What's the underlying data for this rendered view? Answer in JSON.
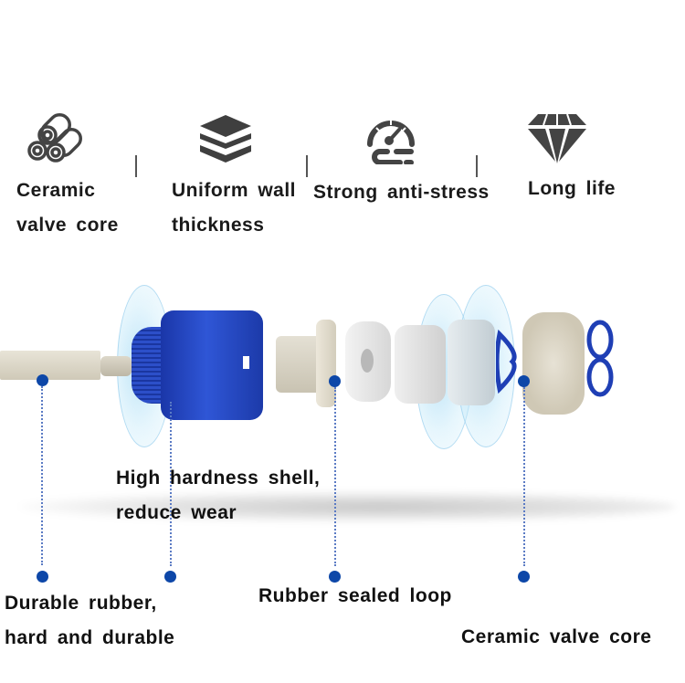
{
  "features": [
    {
      "icon": "pipes-icon",
      "lines": [
        "Ceramic",
        "valve core"
      ]
    },
    {
      "icon": "layers-icon",
      "lines": [
        "Uniform wall",
        "thickness"
      ]
    },
    {
      "icon": "gauge-icon",
      "lines": [
        "Strong anti-stress"
      ]
    },
    {
      "icon": "diamond-icon",
      "lines": [
        "Long life"
      ]
    }
  ],
  "callouts": {
    "shell": [
      "High hardness shell,",
      "reduce wear"
    ],
    "rubber": [
      "Durable rubber,",
      "hard and durable"
    ],
    "seal": [
      "Rubber sealed loop"
    ],
    "core": [
      "Ceramic valve core"
    ]
  },
  "colors": {
    "accent_blue": "#0d47a8",
    "part_blue": "#1f3fb5",
    "icon_gray": "#444444",
    "ceramic_beige": "#d9d4c6"
  }
}
